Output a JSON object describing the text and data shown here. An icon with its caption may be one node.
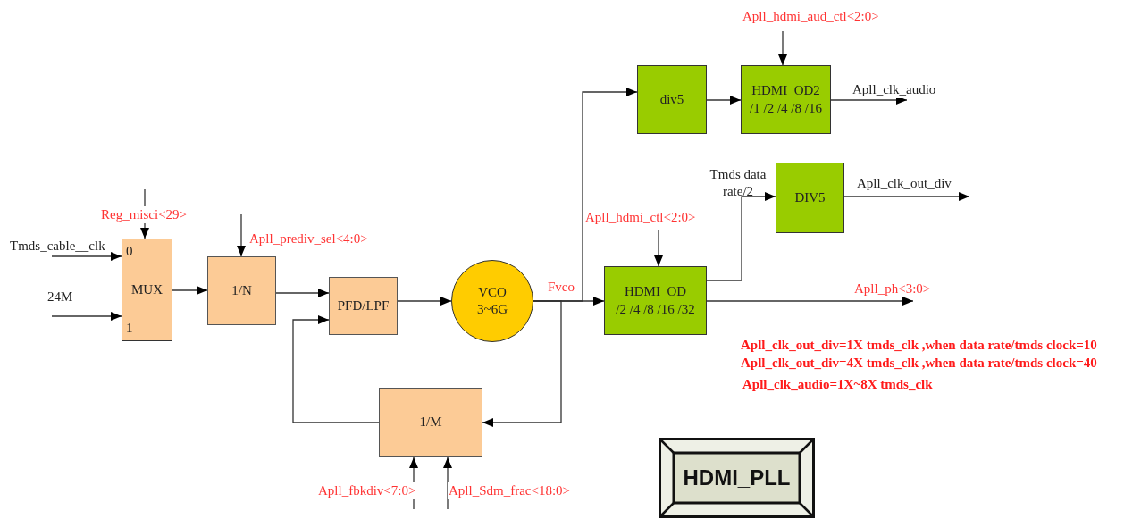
{
  "diagram": {
    "nodes": [
      {
        "text": [
          "0",
          "MUX",
          "1"
        ]
      },
      {
        "text": [
          "1/N"
        ]
      },
      {
        "text": [
          "PFD/LPF"
        ]
      },
      {
        "text": [
          "VCO",
          "3~6G"
        ]
      },
      {
        "text": [
          "1/M"
        ]
      },
      {
        "text": [
          "div5"
        ]
      },
      {
        "text": [
          "HDMI_OD2",
          "/1 /2 /4 /8 /16"
        ]
      },
      {
        "text": [
          "DIV5"
        ]
      },
      {
        "text": [
          "HDMI_OD",
          "/2 /4 /8 /16 /32"
        ]
      },
      {
        "text": [
          "HDMI_PLL"
        ]
      }
    ],
    "edges": [
      {
        "from": null,
        "to": 0,
        "arrow": "to",
        "label": "Tmds_cable__clk"
      },
      {
        "from": null,
        "to": 0,
        "arrow": "to",
        "label": "24M"
      },
      {
        "from": null,
        "to": 0,
        "arrow": "to",
        "label": "Reg_misci<29>"
      },
      {
        "from": null,
        "to": 1,
        "arrow": "to",
        "label": "Apll_prediv_sel<4:0>"
      },
      {
        "from": 0,
        "to": 1,
        "arrow": "to"
      },
      {
        "from": 1,
        "to": 2,
        "arrow": "to"
      },
      {
        "from": 2,
        "to": 3,
        "arrow": "to"
      },
      {
        "from": 3,
        "to": 8,
        "arrow": "to",
        "label": "Fvco"
      },
      {
        "from": 3,
        "to": 5,
        "arrow": "to"
      },
      {
        "from": 3,
        "to": 4,
        "arrow": "to"
      },
      {
        "from": 4,
        "to": 2,
        "arrow": "to"
      },
      {
        "from": null,
        "to": 4,
        "arrow": "to",
        "label": "Apll_fbkdiv<7:0>"
      },
      {
        "from": null,
        "to": 4,
        "arrow": "to",
        "label": "Apll_Sdm_frac<18:0>"
      },
      {
        "from": 5,
        "to": 6,
        "arrow": "to"
      },
      {
        "from": null,
        "to": 6,
        "arrow": "to",
        "label": "Apll_hdmi_aud_ctl<2:0>"
      },
      {
        "from": 6,
        "to": null,
        "arrow": "to",
        "label": "Apll_clk_audio"
      },
      {
        "from": 8,
        "to": 7,
        "arrow": "to",
        "label": "Tmds data rate/2"
      },
      {
        "from": 7,
        "to": null,
        "arrow": "to",
        "label": "Apll_clk_out_div"
      },
      {
        "from": null,
        "to": 8,
        "arrow": "to",
        "label": "Apll_hdmi_ctl<2:0>"
      },
      {
        "from": 8,
        "to": null,
        "arrow": "to",
        "label": "Apll_ph<3:0>"
      }
    ],
    "labels": [
      "Apll_clk_out_div=1X tmds_clk ,when data rate/tmds clock=10",
      "Apll_clk_out_div=4X tmds_clk ,when data rate/tmds clock=40",
      "Apll_clk_audio=1X~8X tmds_clk"
    ]
  }
}
